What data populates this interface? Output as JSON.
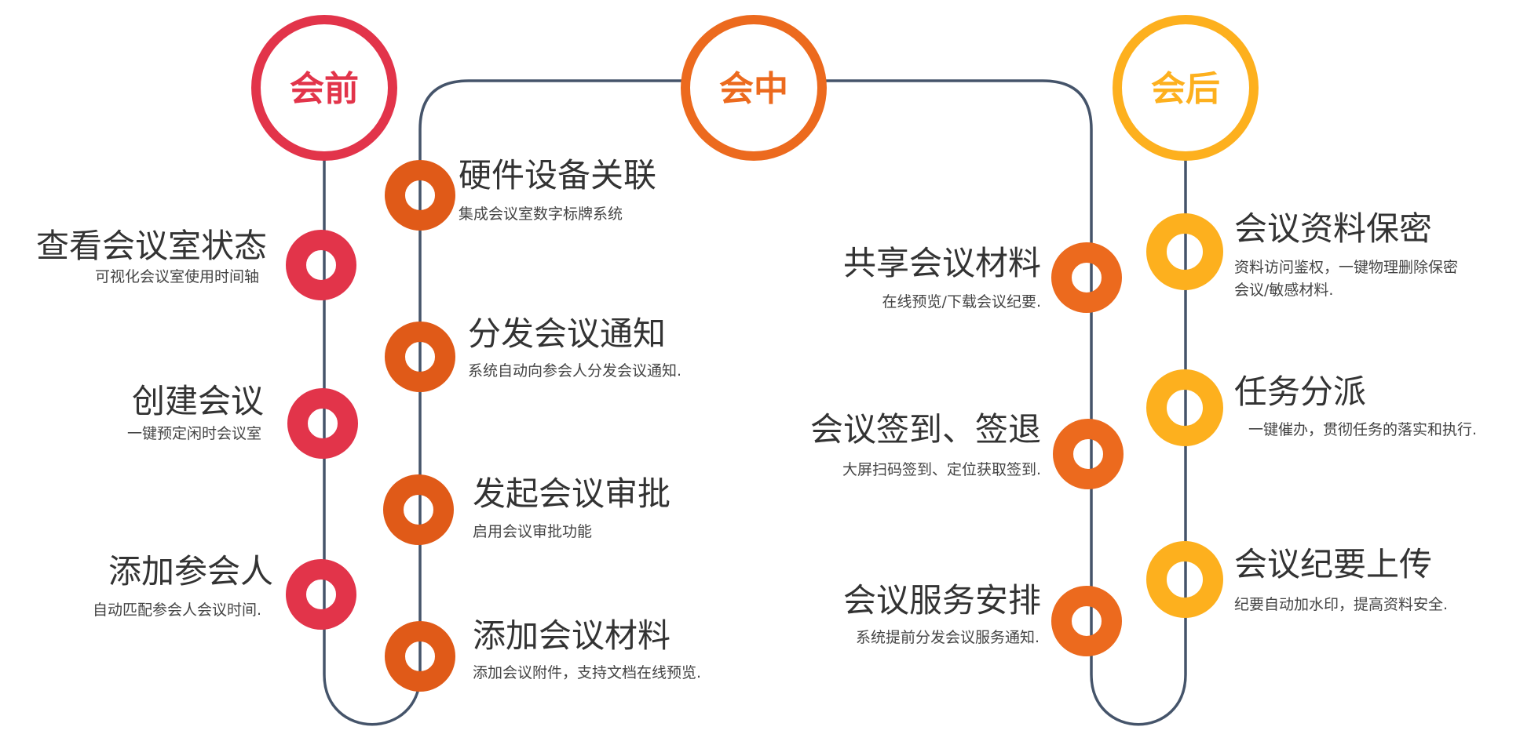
{
  "colors": {
    "before": "#e2344a",
    "during": "#ec6a1e",
    "during_node": "#e05a18",
    "after": "#fdb01e",
    "line": "#45546a"
  },
  "stages": {
    "before": "会前",
    "during": "会中",
    "after": "会后"
  },
  "before_items": [
    {
      "title": "查看会议室状态",
      "desc": "可视化会议室使用时间轴"
    },
    {
      "title": "创建会议",
      "desc": "一键预定闲时会议室"
    },
    {
      "title": "添加参会人",
      "desc": "自动匹配参会人会议时间."
    }
  ],
  "during_left_items": [
    {
      "title": "硬件设备关联",
      "desc": "集成会议室数字标牌系统"
    },
    {
      "title": "分发会议通知",
      "desc": "系统自动向参会人分发会议通知."
    },
    {
      "title": "发起会议审批",
      "desc": "启用会议审批功能"
    },
    {
      "title": "添加会议材料",
      "desc": "添加会议附件，支持文档在线预览."
    }
  ],
  "during_right_items": [
    {
      "title": "共享会议材料",
      "desc": "在线预览/下载会议纪要."
    },
    {
      "title": "会议签到、签退",
      "desc": "大屏扫码签到、定位获取签到."
    },
    {
      "title": "会议服务安排",
      "desc": "系统提前分发会议服务通知."
    }
  ],
  "after_items": [
    {
      "title": "会议资料保密",
      "desc1": "资料访问鉴权，一键物理删除保密",
      "desc2": "会议/敏感材料."
    },
    {
      "title": "任务分派",
      "desc": "一键催办，贯彻任务的落实和执行."
    },
    {
      "title": "会议纪要上传",
      "desc": "纪要自动加水印，提高资料安全."
    }
  ]
}
